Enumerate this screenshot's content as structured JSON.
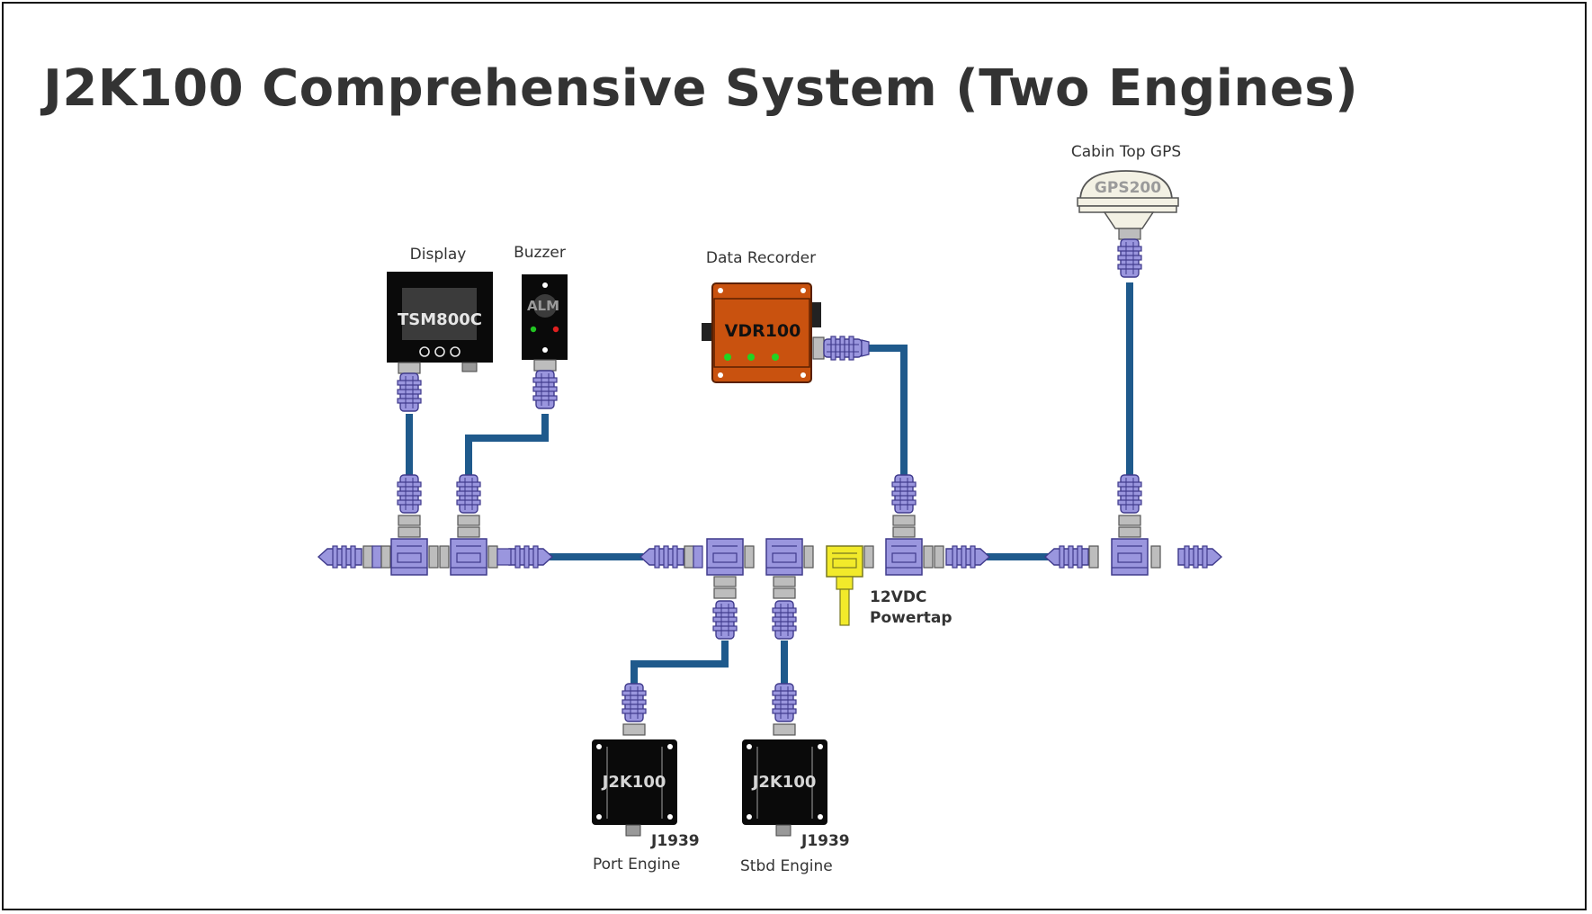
{
  "title": "J2K100 Comprehensive System (Two Engines)",
  "colors": {
    "cable": "#1f5a8c",
    "connector": "#9a96de",
    "connector_stroke": "#3f3a8c",
    "coupler": "#bdbdbd",
    "powertap": "#f2ea2a",
    "vdr_body": "#c9520f",
    "device_black": "#0a0a0a",
    "gps_body": "#f3f1e4"
  },
  "devices": {
    "display": {
      "label": "Display",
      "name": "TSM800C"
    },
    "buzzer": {
      "label": "Buzzer",
      "name": "ALM"
    },
    "recorder": {
      "label": "Data Recorder",
      "name": "VDR100"
    },
    "gps": {
      "label": "Cabin Top GPS",
      "name": "GPS200"
    },
    "port": {
      "label": "Port Engine",
      "name": "J2K100",
      "port_label": "J1939"
    },
    "stbd": {
      "label": "Stbd Engine",
      "name": "J2K100",
      "port_label": "J1939"
    }
  },
  "powertap": {
    "line1": "12VDC",
    "line2": "Powertap"
  }
}
